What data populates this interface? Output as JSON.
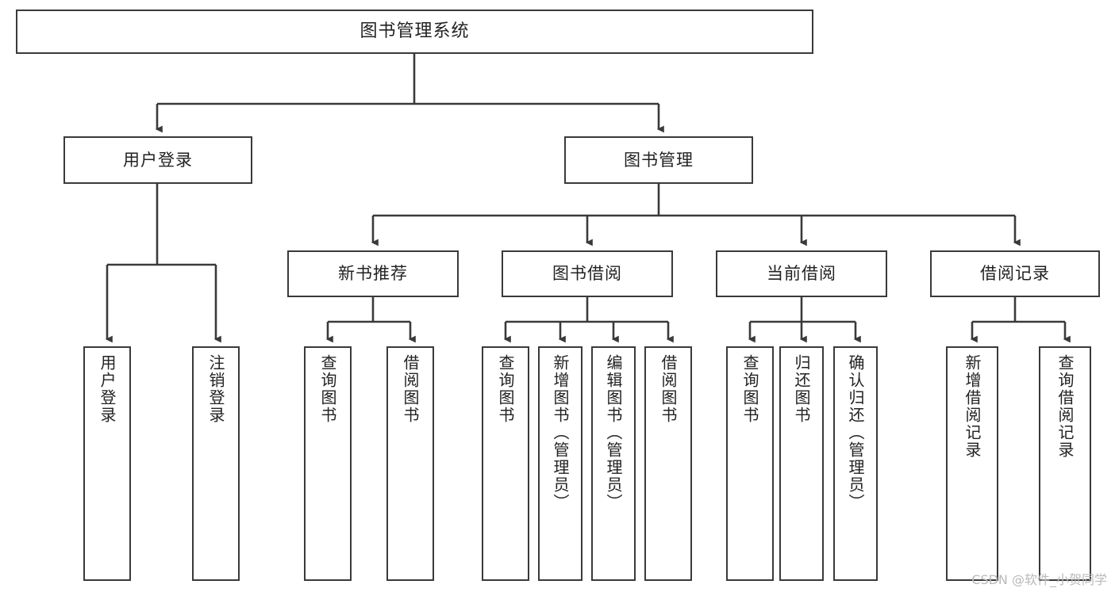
{
  "diagram": {
    "title": "图书管理系统",
    "type": "tree-hierarchy",
    "root": {
      "id": "root",
      "label": "图书管理系统"
    },
    "level2": [
      {
        "id": "user-login",
        "label": "用户登录"
      },
      {
        "id": "book-manage",
        "label": "图书管理"
      }
    ],
    "level3": [
      {
        "id": "new-book-rec",
        "label": "新书推荐",
        "parent": "book-manage"
      },
      {
        "id": "book-borrow",
        "label": "图书借阅",
        "parent": "book-manage"
      },
      {
        "id": "current-borrow",
        "label": "当前借阅",
        "parent": "book-manage"
      },
      {
        "id": "borrow-record",
        "label": "借阅记录",
        "parent": "book-manage"
      }
    ],
    "leaves": [
      {
        "id": "leaf-user-login",
        "label": "用户登录",
        "parent": "user-login"
      },
      {
        "id": "leaf-logout-login",
        "label": "注销登录",
        "parent": "user-login"
      },
      {
        "id": "leaf-query-book-1",
        "label": "查询图书",
        "parent": "new-book-rec"
      },
      {
        "id": "leaf-borrow-book-1",
        "label": "借阅图书",
        "parent": "new-book-rec"
      },
      {
        "id": "leaf-query-book-2",
        "label": "查询图书",
        "parent": "book-borrow"
      },
      {
        "id": "leaf-add-book",
        "label": "新增图书（管理员）",
        "parent": "book-borrow"
      },
      {
        "id": "leaf-edit-book",
        "label": "编辑图书（管理员）",
        "parent": "book-borrow"
      },
      {
        "id": "leaf-borrow-book-2",
        "label": "借阅图书",
        "parent": "book-borrow"
      },
      {
        "id": "leaf-query-book-3",
        "label": "查询图书",
        "parent": "current-borrow"
      },
      {
        "id": "leaf-return-book",
        "label": "归还图书",
        "parent": "current-borrow"
      },
      {
        "id": "leaf-confirm-return",
        "label": "确认归还（管理员）",
        "parent": "current-borrow"
      },
      {
        "id": "leaf-add-record",
        "label": "新增借阅记录",
        "parent": "borrow-record"
      },
      {
        "id": "leaf-query-record",
        "label": "查询借阅记录",
        "parent": "borrow-record"
      }
    ],
    "colors": {
      "border": "#3a3a3a",
      "text": "#222222",
      "background": "#ffffff",
      "watermark": "#b9b9b9"
    }
  },
  "watermark": {
    "text": "CSDN @软件_小贺同学"
  }
}
